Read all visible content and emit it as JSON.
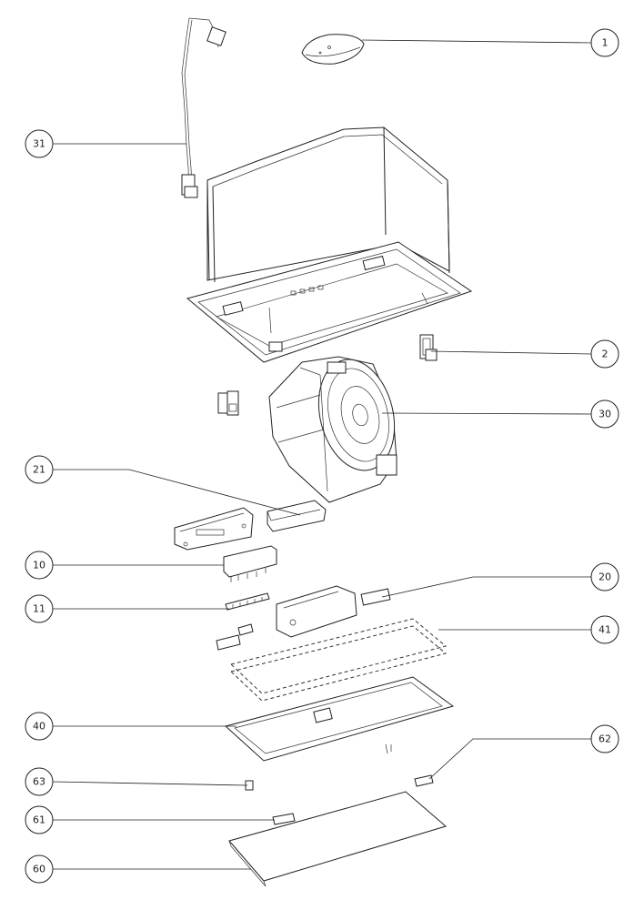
{
  "callouts": [
    {
      "id": "c1",
      "label": "1"
    },
    {
      "id": "c2",
      "label": "2"
    },
    {
      "id": "c10",
      "label": "10"
    },
    {
      "id": "c11",
      "label": "11"
    },
    {
      "id": "c20",
      "label": "20"
    },
    {
      "id": "c21",
      "label": "21"
    },
    {
      "id": "c30",
      "label": "30"
    },
    {
      "id": "c31",
      "label": "31"
    },
    {
      "id": "c40",
      "label": "40"
    },
    {
      "id": "c41",
      "label": "41"
    },
    {
      "id": "c60",
      "label": "60"
    },
    {
      "id": "c61",
      "label": "61"
    },
    {
      "id": "c62",
      "label": "62"
    },
    {
      "id": "c63",
      "label": "63"
    }
  ]
}
